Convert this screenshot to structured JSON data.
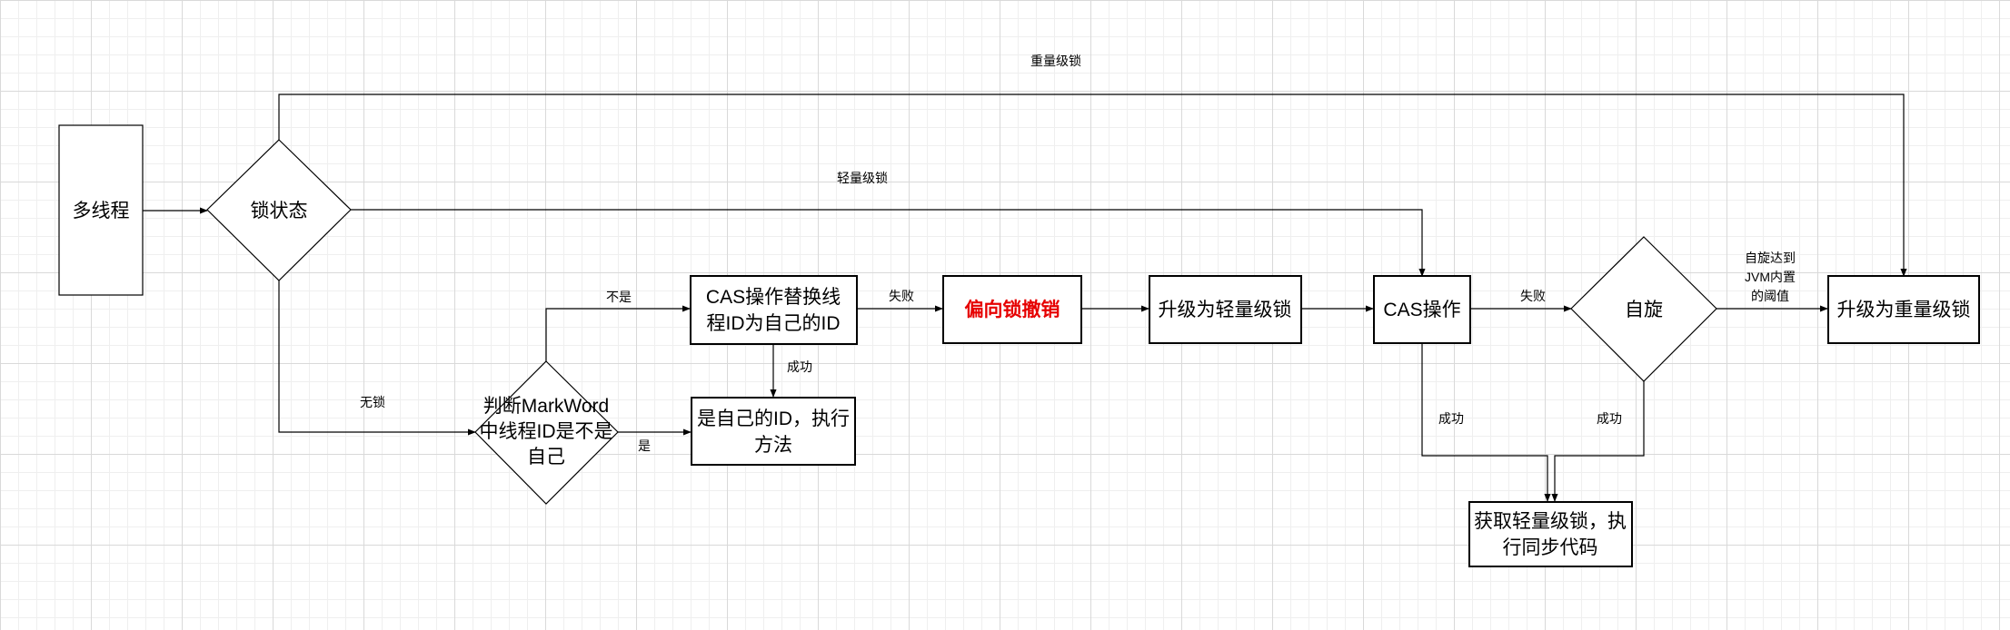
{
  "nodes": {
    "multithread": "多线程",
    "lock_state": "锁状态",
    "check_markword": [
      "判断MarkWord",
      "中线程ID是不是",
      "自己"
    ],
    "cas_replace": [
      "CAS操作替换线",
      "程ID为自己的ID"
    ],
    "own_id_execute": [
      "是自己的ID，执行",
      "方法"
    ],
    "bias_revoke": "偏向锁撤销",
    "upgrade_light": "升级为轻量级锁",
    "cas_op": "CAS操作",
    "spin": "自旋",
    "upgrade_heavy": "升级为重量级锁",
    "acquire_light": [
      "获取轻量级锁，执",
      "行同步代码"
    ]
  },
  "edges": {
    "heavy_lock": "重量级锁",
    "light_lock": "轻量级锁",
    "no_lock": "无锁",
    "not_self": "不是",
    "is_self": "是",
    "fail_1": "失败",
    "success_1": "成功",
    "fail_2": "失败",
    "success_cas": "成功",
    "success_spin": "成功",
    "spin_threshold": [
      "自旋达到",
      "JVM内置",
      "的阈值"
    ]
  },
  "colors": {
    "revoke_text": "#e60000",
    "stroke": "#000000"
  }
}
